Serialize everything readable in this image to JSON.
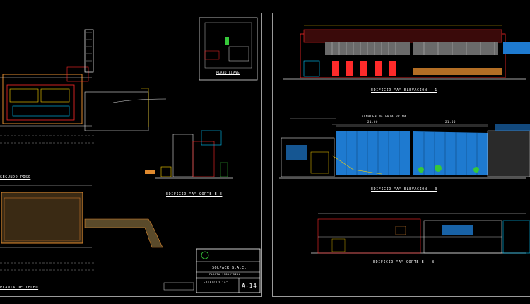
{
  "left_sheet": {
    "label_corte_ee": "EDIFICIO \"A\" CORTE E-E",
    "label_second_floor": "SEGUNDO PISO",
    "label_roof": "PLANTA DE TECHO",
    "label_key_plan": "PLANO LLAVE",
    "title_block": {
      "company": "SOLPACK S.A.C.",
      "project": "PLANTA INDUSTRIAL",
      "building": "EDIFICIO \"A\"",
      "sheet_number": "A-14"
    }
  },
  "right_sheet": {
    "label_elev_1": "EDIFICIO \"A\" ELEVACION - 1",
    "label_warehouse": "ALMACEN MATERIA PRIMA",
    "dim_left": "21.00",
    "dim_right": "21.00",
    "label_elev_3": "EDIFICIO \"A\" ELEVACION - 3",
    "label_corte_bb": "EDIFICIO \"A\" CORTE B - B"
  },
  "colors": {
    "background": "#000000",
    "frame": "#9a9a9a",
    "cyan": "#00c8ff",
    "red": "#ff2a2a",
    "yellow": "#ffd400",
    "orange": "#e08a2e",
    "green": "#36c83a",
    "blue_glass": "#1e7ad0",
    "roof_panel": "#c9752a"
  }
}
